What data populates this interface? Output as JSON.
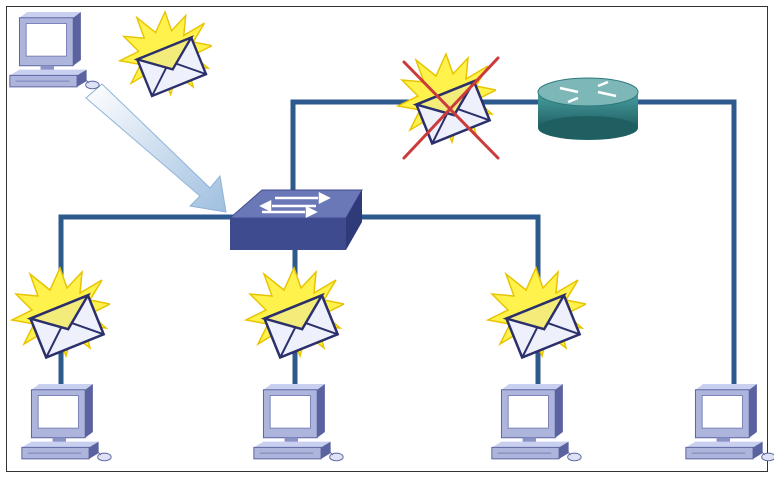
{
  "diagram": {
    "colors": {
      "link": "#2c5a8e",
      "switch_top": "#6b78b8",
      "switch_front": "#3f4b8f",
      "router_top": "#7db7b8",
      "router_side": "#2d7a7d",
      "pc_body": "#aeb5dc",
      "pc_dark": "#5a63a0",
      "screen": "#ffffff",
      "burst": "#fff24d",
      "burst_edge": "#e8c400",
      "envelope": "#eef0fb",
      "envelope_flap": "#f4ec7a",
      "cross": "#cc3b3b",
      "arrow": "#b9d2ea"
    },
    "nodes": [
      {
        "name": "sender-pc",
        "icon": "computer-icon"
      },
      {
        "name": "switch",
        "icon": "switch-icon"
      },
      {
        "name": "router",
        "icon": "router-icon"
      },
      {
        "name": "host-pc-1",
        "icon": "computer-icon"
      },
      {
        "name": "host-pc-2",
        "icon": "computer-icon"
      },
      {
        "name": "host-pc-3",
        "icon": "computer-icon"
      },
      {
        "name": "remote-pc",
        "icon": "computer-icon"
      }
    ],
    "broadcast_frames": [
      {
        "name": "sender-frame",
        "icon": "broadcast-envelope-icon",
        "blocked": false
      },
      {
        "name": "router-blocked-frame",
        "icon": "broadcast-envelope-icon",
        "blocked": true
      },
      {
        "name": "flooded-frame-1",
        "icon": "broadcast-envelope-icon",
        "blocked": false
      },
      {
        "name": "flooded-frame-2",
        "icon": "broadcast-envelope-icon",
        "blocked": false
      },
      {
        "name": "flooded-frame-3",
        "icon": "broadcast-envelope-icon",
        "blocked": false
      }
    ]
  }
}
